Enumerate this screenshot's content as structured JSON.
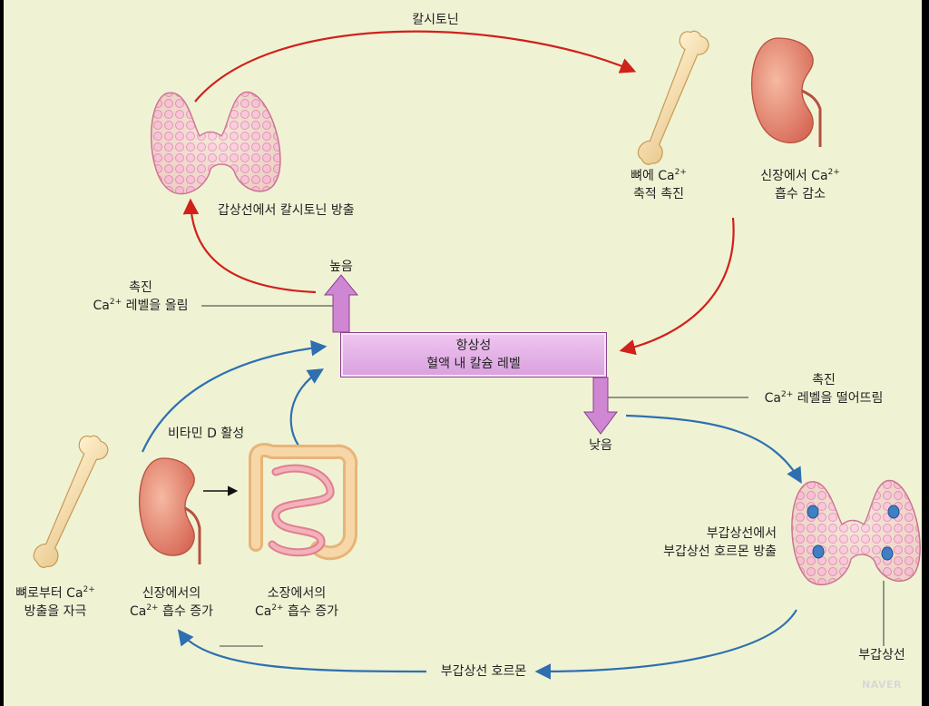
{
  "title": {
    "line1": "항상성",
    "line2": "혈액 내 칼슘 레벨"
  },
  "levels": {
    "high": "높음",
    "low": "낮음"
  },
  "hormones": {
    "calcitonin": "칼시토닌",
    "pth": "부갑상선 호르몬",
    "vitamin_d": "비타민 D 활성"
  },
  "thyroid_release": "갑상선에서 칼시토닌 방출",
  "bone_uptake": {
    "l1": "뼈에 Ca",
    "sup": "2+",
    "l2": "축적 촉진"
  },
  "kidney_decrease": {
    "l1": "신장에서 Ca",
    "sup": "2+",
    "l2": "흡수 감소"
  },
  "stimulus_raise": {
    "l1": "촉진",
    "l2a": "Ca",
    "sup": "2+",
    "l2b": " 레벨을 올림"
  },
  "stimulus_lower": {
    "l1": "촉진",
    "l2a": "Ca",
    "sup": "2+",
    "l2b": " 레벨을 떨어뜨림"
  },
  "parathyroid_release": {
    "l1": "부갑상선에서",
    "l2": "부갑상선 호르몬 방출"
  },
  "parathyroid_label": "부갑상선",
  "bone_release": {
    "l1a": "뼈로부터 Ca",
    "sup": "2+",
    "l2": "방출을 자극"
  },
  "kidney_increase": {
    "l1": "신장에서의",
    "l2a": "Ca",
    "sup": "2+",
    "l2b": " 흡수 증가"
  },
  "intestine_increase": {
    "l1": "소장에서의",
    "l2a": "Ca",
    "sup": "2+",
    "l2b": " 흡수 증가"
  },
  "watermark": "NAVER",
  "colors": {
    "red_arrow": "#d0211b",
    "blue_arrow": "#2f6fb0",
    "homeostasis_fill": "#e3b1e6",
    "background": "#eff3d4"
  },
  "icons": [
    "thyroid-gland-icon",
    "bone-icon",
    "kidney-icon",
    "small-intestine-icon",
    "parathyroid-gland-icon"
  ]
}
